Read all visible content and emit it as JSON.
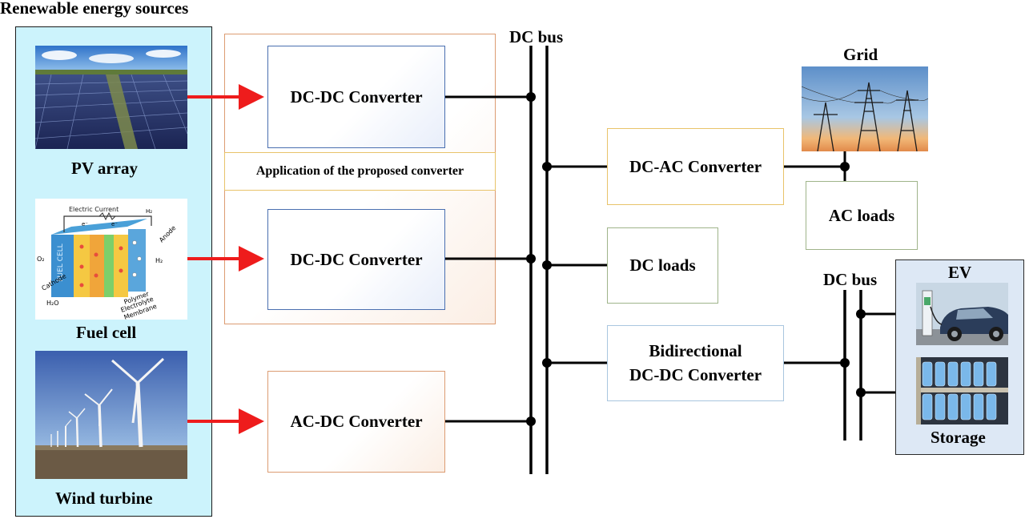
{
  "title": "Renewable energy sources",
  "sources": {
    "pv": "PV array",
    "fuel_cell": "Fuel cell",
    "wind": "Wind turbine"
  },
  "fuel_cell_diagram": {
    "electric_current": "Electric Current",
    "anode": "Anode",
    "cathode": "Cathode",
    "fuel_cell_text": "FUEL CELL",
    "polymer": "Polymer",
    "electrolyte": "Electrolyte",
    "membrane": "Membrane",
    "o2": "O₂",
    "h2o": "H₂O",
    "h2_top": "H₂",
    "h2_right": "H₂",
    "e1": "e⁻",
    "e2": "e⁻"
  },
  "converters": {
    "dc_dc_1": "DC-DC Converter",
    "dc_dc_2": "DC-DC Converter",
    "ac_dc": "AC-DC Converter",
    "dc_ac": "DC-AC Converter",
    "bidirectional_line1": "Bidirectional",
    "bidirectional_line2": "DC-DC Converter"
  },
  "application_label": "Application of the proposed converter",
  "bus": {
    "main": "DC bus",
    "secondary": "DC bus"
  },
  "grid": "Grid",
  "loads": {
    "ac": "AC loads",
    "dc": "DC loads"
  },
  "ev_panel": {
    "ev": "EV",
    "storage": "Storage"
  },
  "colors": {
    "source_panel_bg": "#ccf3fc",
    "ev_panel_bg": "#dde8f5",
    "arrow": "#ee1c1c",
    "orange_border": "#dc9c72",
    "blue_border": "#4a6fb0",
    "green_border": "#9fb48a",
    "yellow_border": "#e8c36a",
    "lightblue_border": "#a9c6df"
  }
}
